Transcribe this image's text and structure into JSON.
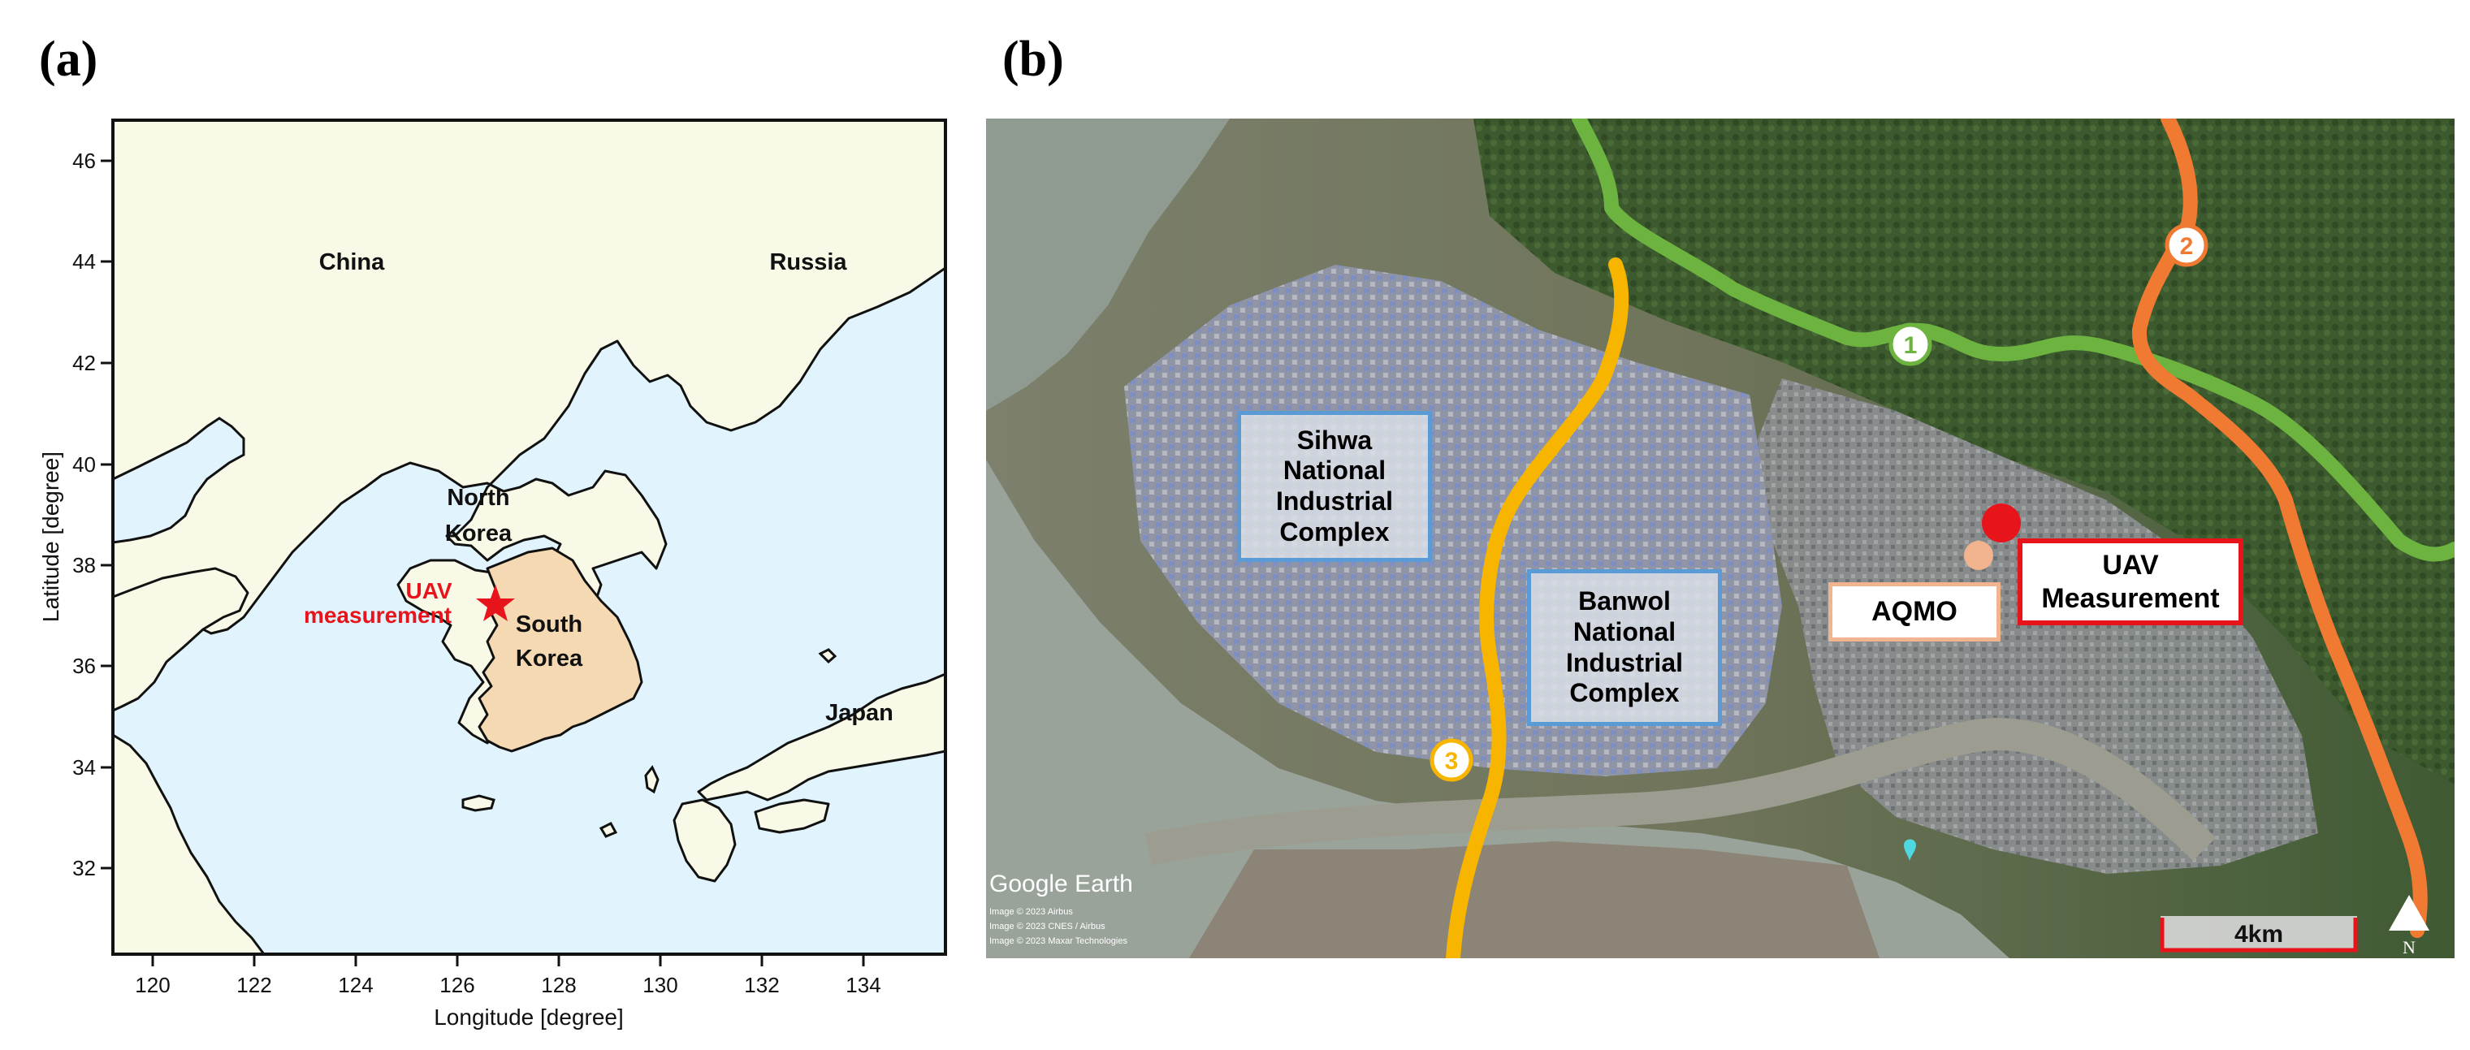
{
  "panels": {
    "a": "(a)",
    "b": "(b)"
  },
  "map_a": {
    "xlabel": "Longitude [degree]",
    "ylabel": "Latitude [degree]",
    "x_ticks": [
      "120",
      "122",
      "124",
      "126",
      "128",
      "130",
      "132",
      "134"
    ],
    "y_ticks": [
      "32",
      "34",
      "36",
      "38",
      "40",
      "42",
      "44",
      "46"
    ],
    "labels": {
      "china": "China",
      "russia": "Russia",
      "north_korea_1": "North",
      "north_korea_2": "Korea",
      "south_korea_1": "South",
      "south_korea_2": "Korea",
      "japan": "Japan",
      "uav_1": "UAV",
      "uav_2": "measurement"
    },
    "colors": {
      "sea": "#e1f4fd",
      "land": "#f8f9e6",
      "south_korea": "#f4d9b2",
      "marker": "#e8141c"
    }
  },
  "map_b": {
    "boxes": {
      "sihwa": [
        "Sihwa",
        "National",
        "Industrial",
        "Complex"
      ],
      "banwol": [
        "Banwol",
        "National",
        "Industrial",
        "Complex"
      ],
      "aqmo": "AQMO",
      "uav": [
        "UAV",
        "Measurement"
      ]
    },
    "routes": {
      "r1": "1",
      "r2": "2",
      "r3": "3"
    },
    "scale": "4km",
    "north": "N",
    "watermark": "Google Earth",
    "credits": [
      "Image © 2023 Airbus",
      "Image © 2023 CNES / Airbus",
      "Image © 2023 Maxar Technologies"
    ],
    "colors": {
      "route1": "#6db33f",
      "route2": "#f07a32",
      "route3": "#f7b500",
      "uav": "#e8141c",
      "aqmo": "#f1b48e",
      "box_blue": "#5b9bd5"
    }
  }
}
